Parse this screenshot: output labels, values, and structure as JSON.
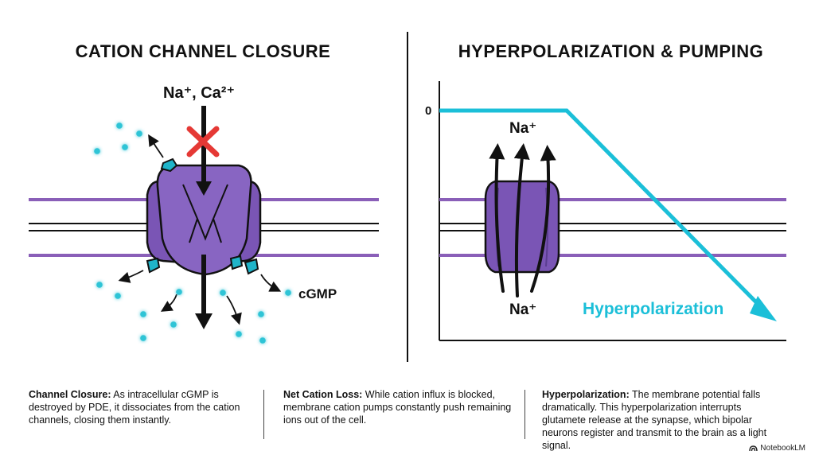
{
  "left_panel": {
    "title": "CATION CHANNEL CLOSURE",
    "ion_label": "Na⁺, Ca²⁺",
    "cgmp_label": "cGMP"
  },
  "right_panel": {
    "title": "HYPERPOLARIZATION & PUMPING",
    "axis_zero": "0",
    "na_top": "Na⁺",
    "na_bottom": "Na⁺",
    "curve_label": "Hyperpolarization"
  },
  "captions": [
    {
      "heading": "Channel Closure:",
      "text": " As intracellular cGMP is destroyed by PDE, it dissociates from the cation channels, closing them instantly."
    },
    {
      "heading": "Net Cation Loss:",
      "text": " While cation influx is blocked, membrane cation pumps constantly push remaining ions out of the cell."
    },
    {
      "heading": "Hyperpolarization:",
      "text": " The membrane potential falls dramatically. This hyperpolarization interrupts glutamete release at the synapse, which bipolar neurons register and transmit to the brain as a light signal."
    }
  ],
  "brand": "NotebookLM",
  "colors": {
    "membrane": "#8a5fb8",
    "channel": "#7a55b5",
    "cgmp": "#2ec4d6",
    "curve": "#1bbfd8",
    "cross": "#e53935"
  }
}
